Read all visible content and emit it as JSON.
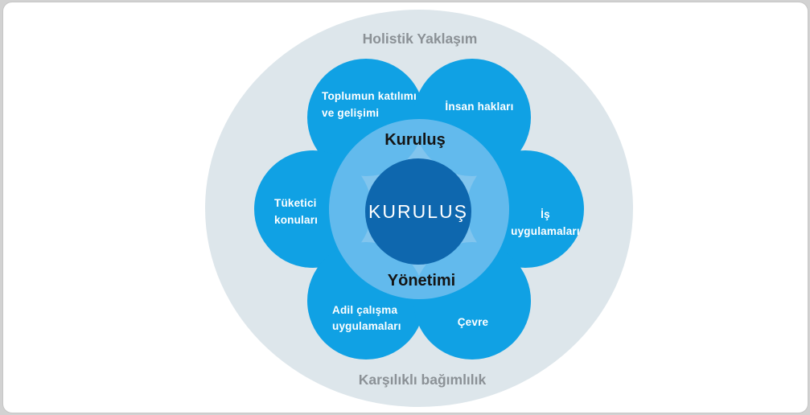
{
  "diagram": {
    "outer_top_label": "Holistik Yaklaşım",
    "outer_bottom_label": "Karşılıklı bağımlılık",
    "inner_top_label": "Kuruluş",
    "inner_bottom_label": "Yönetimi",
    "center_label": "KURULUŞ",
    "petals": [
      {
        "id": "community-involvement",
        "lines": [
          "Toplumun katılımı",
          "ve gelişimi"
        ]
      },
      {
        "id": "human-rights",
        "lines": [
          "İnsan hakları"
        ]
      },
      {
        "id": "consumer-issues",
        "lines": [
          "Tüketici",
          "konuları"
        ]
      },
      {
        "id": "business-practices",
        "lines": [
          "İş uygulamaları"
        ]
      },
      {
        "id": "fair-labor-practices",
        "lines": [
          "Adil çalışma",
          "uygulamaları"
        ]
      },
      {
        "id": "environment",
        "lines": [
          "Çevre"
        ]
      }
    ],
    "colors": {
      "petal_blue": "#10a1e4",
      "halo_blue": "#71beee",
      "core_blue": "#0e67ae",
      "outer_disc": "#dde6eb",
      "gray_label": "#8b9196",
      "card_background": "#ffffff",
      "page_background": "#d2d2d2"
    }
  }
}
